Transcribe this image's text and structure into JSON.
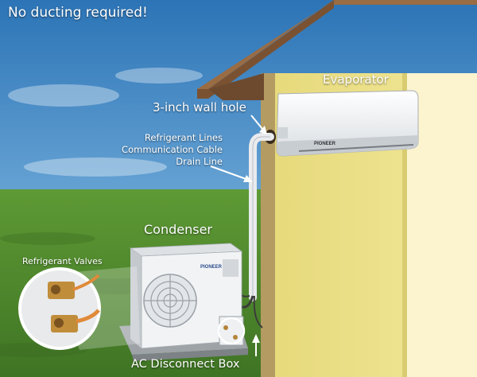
{
  "headline": "No ducting required!",
  "labels": {
    "evaporator": "Evaporator",
    "wall_hole": "3-inch wall hole",
    "lines": [
      "Refrigerant Lines",
      "Communication Cable",
      "Drain Line"
    ],
    "condenser": "Condenser",
    "refrigerant_valves": "Refrigerant Valves",
    "disconnect_box": "AC Disconnect Box"
  },
  "brand": {
    "indoor_logo": "PIONEER",
    "outdoor_logo": "PIONEER"
  },
  "colors": {
    "sky_top": "#2c74b6",
    "grass": "#4e8a2c",
    "wall": "#eee38a",
    "roof": "#9a6c43",
    "unit_white": "#f3f4f5"
  }
}
